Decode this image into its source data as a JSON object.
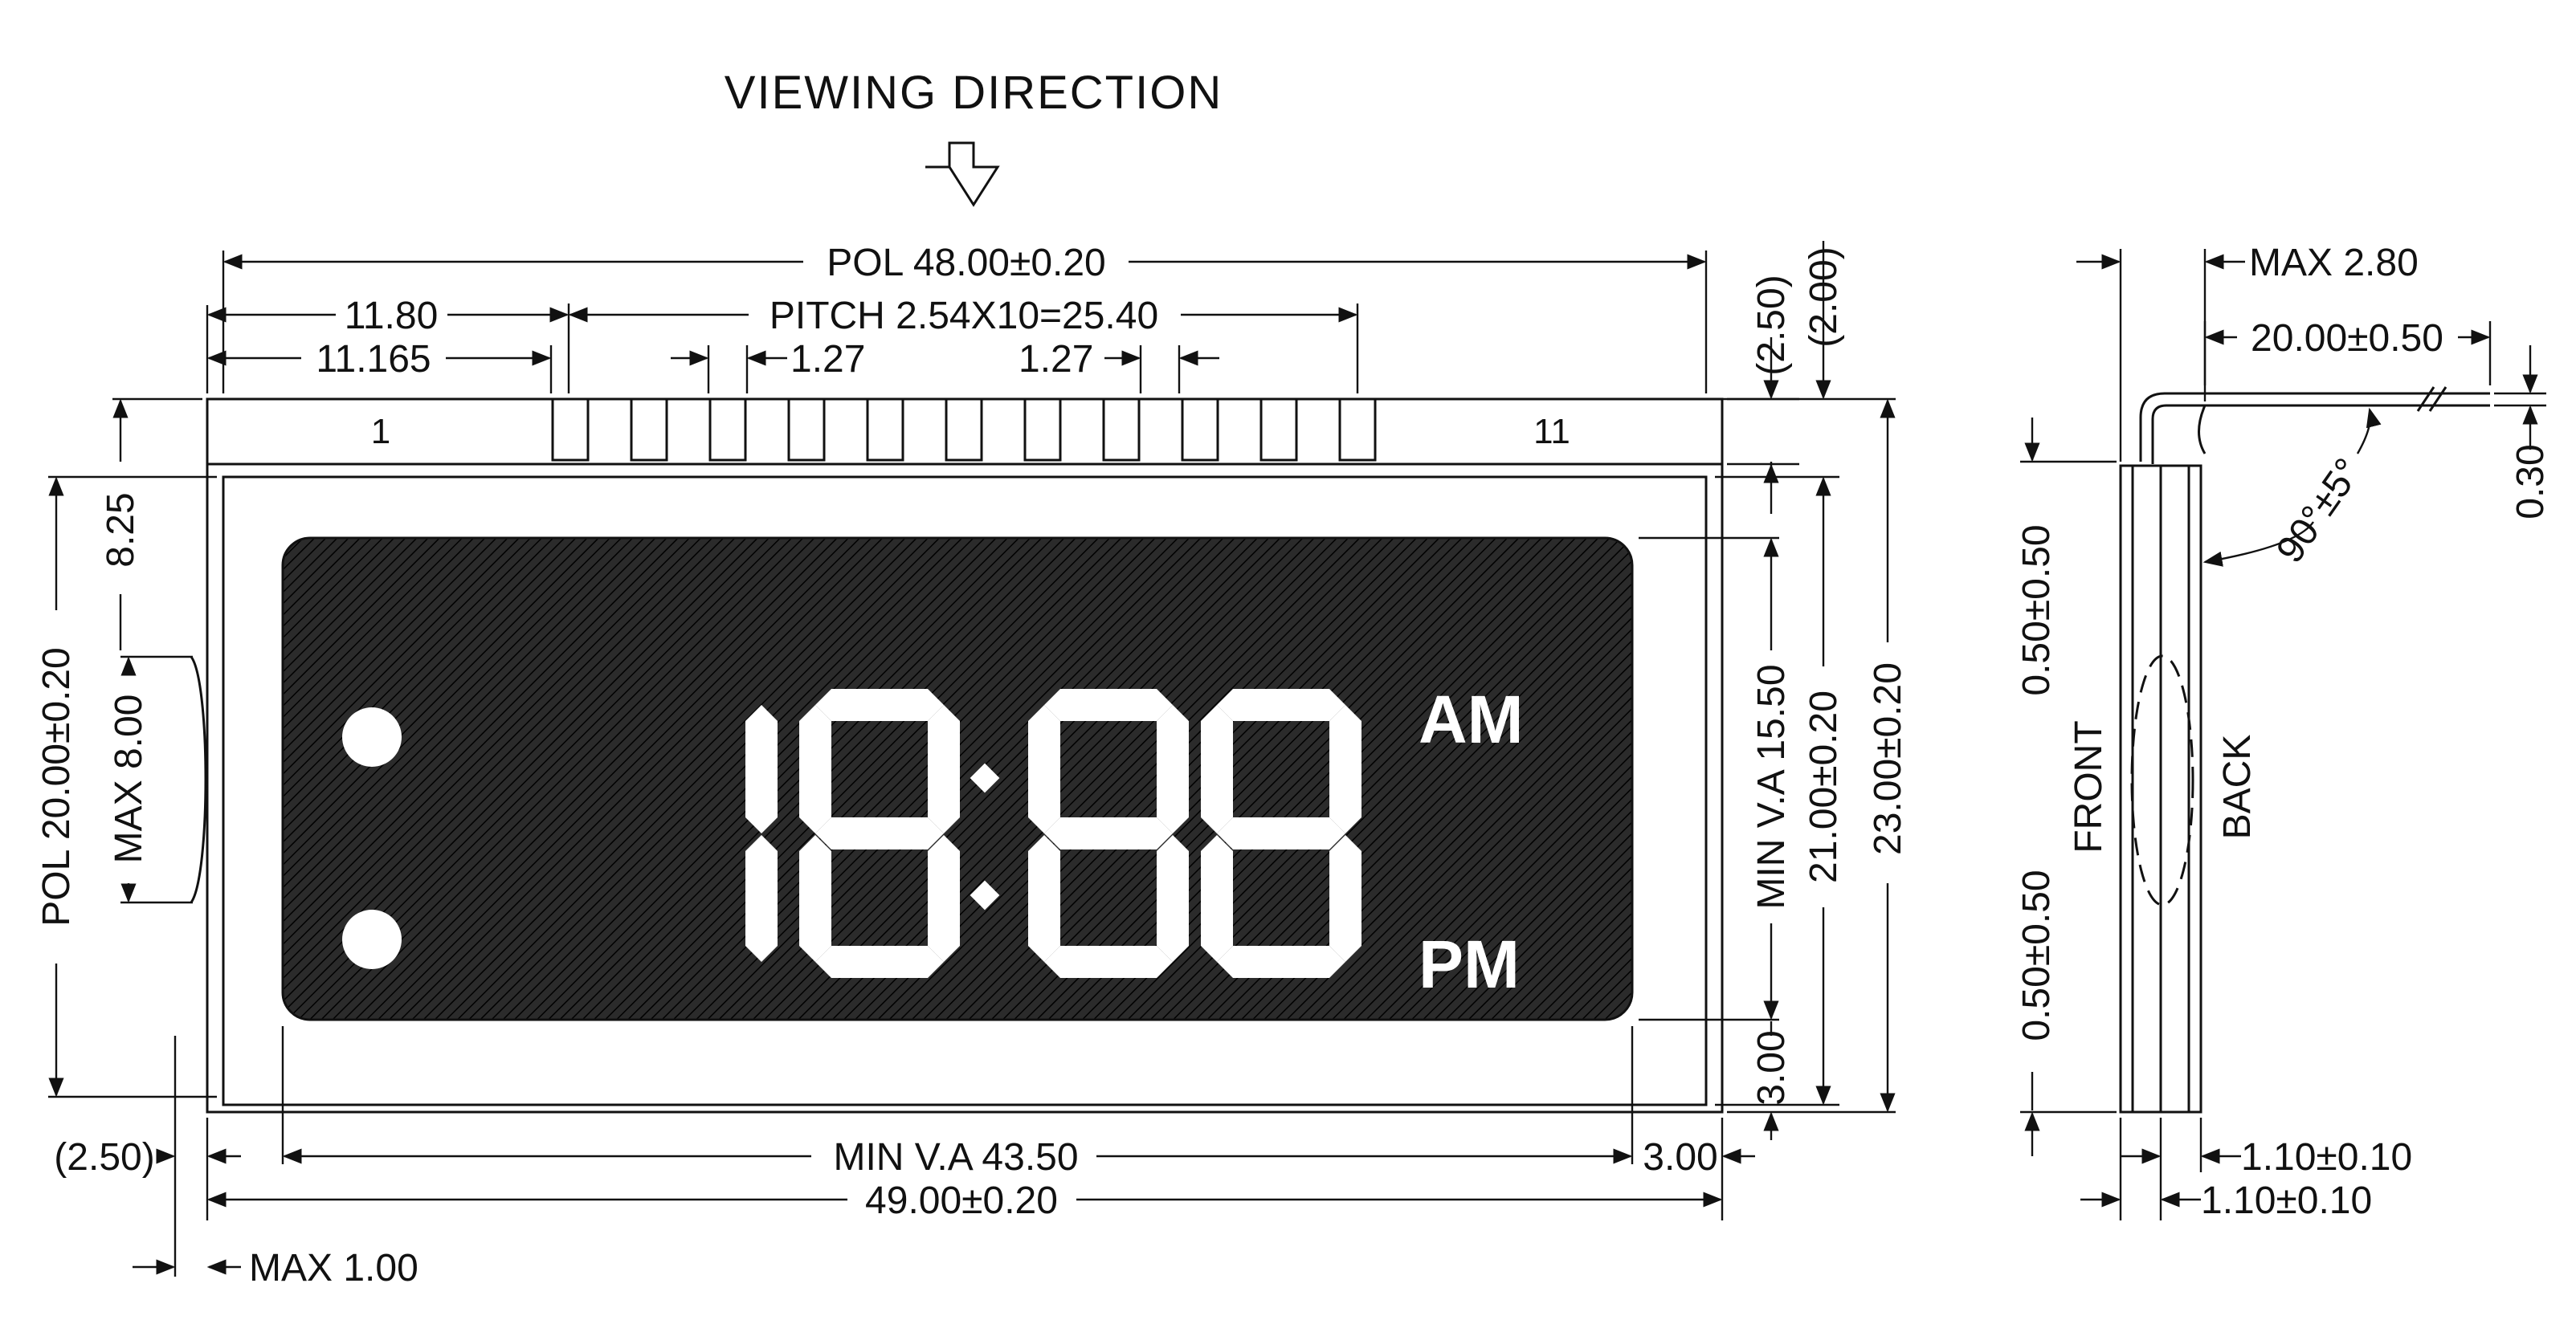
{
  "title": "VIEWING DIRECTION",
  "front_view": {
    "dims": {
      "pol_width": "POL 48.00±0.20",
      "pin1_offset": "11.80",
      "pin1_edge": "11.165",
      "pitch": "PITCH 2.54X10=25.40",
      "pin_gap_a": "1.27",
      "pin_gap_b": "1.27",
      "top_gap_a": "(2.50)",
      "top_gap_b": "(2.00)",
      "left_top": "8.25",
      "pol_height": "POL 20.00±0.20",
      "max_8": "MAX 8.00",
      "va_height": "MIN V.A 15.50",
      "height_21": "21.00±0.20",
      "height_23": "23.00±0.20",
      "bottom_3": "3.00",
      "left_250": "(2.50)",
      "va_width": "MIN V.A 43.50",
      "right_3": "3.00",
      "width_49": "49.00±0.20",
      "max_1": "MAX 1.00"
    },
    "pin_first": "1",
    "pin_last": "11",
    "am_label": "AM",
    "pm_label": "PM",
    "digits": [
      "1",
      "8",
      "8",
      "8"
    ]
  },
  "side_view": {
    "dims": {
      "max_280": "MAX 2.80",
      "lead_len": "20.00±0.50",
      "lead_th": "0.30",
      "angle": "90°±5°",
      "top_050": "0.50±0.50",
      "bottom_050": "0.50±0.50",
      "glass_a": "1.10±0.10",
      "glass_b": "1.10±0.10"
    },
    "front_label": "FRONT",
    "back_label": "BACK"
  },
  "colors": {
    "line": "#111111",
    "lcd_fill": "#2b2b2b",
    "segment": "#ffffff"
  }
}
